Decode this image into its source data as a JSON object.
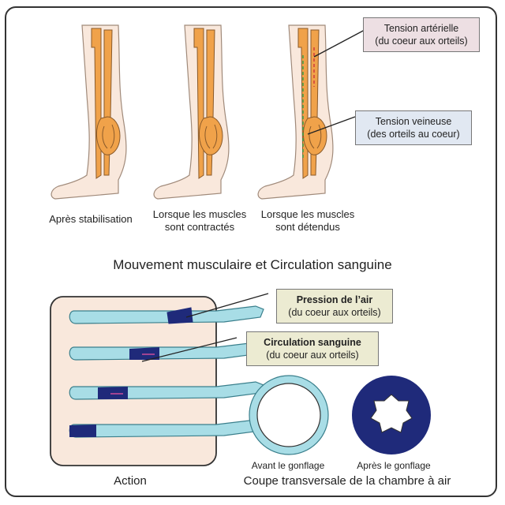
{
  "top": {
    "legs": [
      {
        "caption": "Après stabilisation"
      },
      {
        "caption_line1": "Lorsque les muscles",
        "caption_line2": "sont contractés"
      },
      {
        "caption_line1": "Lorsque les muscles",
        "caption_line2": "sont détendus"
      }
    ],
    "arterial": {
      "title": "Tension artérielle",
      "subtitle": "(du coeur aux orteils)",
      "bg": "#eddfe3"
    },
    "venous": {
      "title": "Tension veineuse",
      "subtitle": "(des orteils au coeur)",
      "bg": "#e1e8f2"
    }
  },
  "section_title": "Mouvement musculaire et Circulation sanguine",
  "bottom": {
    "air_pressure": {
      "title": "Pression de l’air",
      "subtitle": "(du coeur aux orteils)",
      "bg": "#ecebd2"
    },
    "blood_circulation": {
      "title": "Circulation sanguine",
      "subtitle": "(du coeur aux orteils)",
      "bg": "#ecebd2"
    },
    "action_label": "Action",
    "cross_section": {
      "before_label": "Avant le gonflage",
      "after_label": "Après le gonflage",
      "caption": "Coupe transversale de la chambre à air"
    }
  },
  "colors": {
    "skin": "#f9e8dc",
    "vessel": "#f0a24a",
    "cuff": "#a8dde6",
    "cuff_inflated": "#1f2a7a",
    "arrow": "#c04a98"
  }
}
